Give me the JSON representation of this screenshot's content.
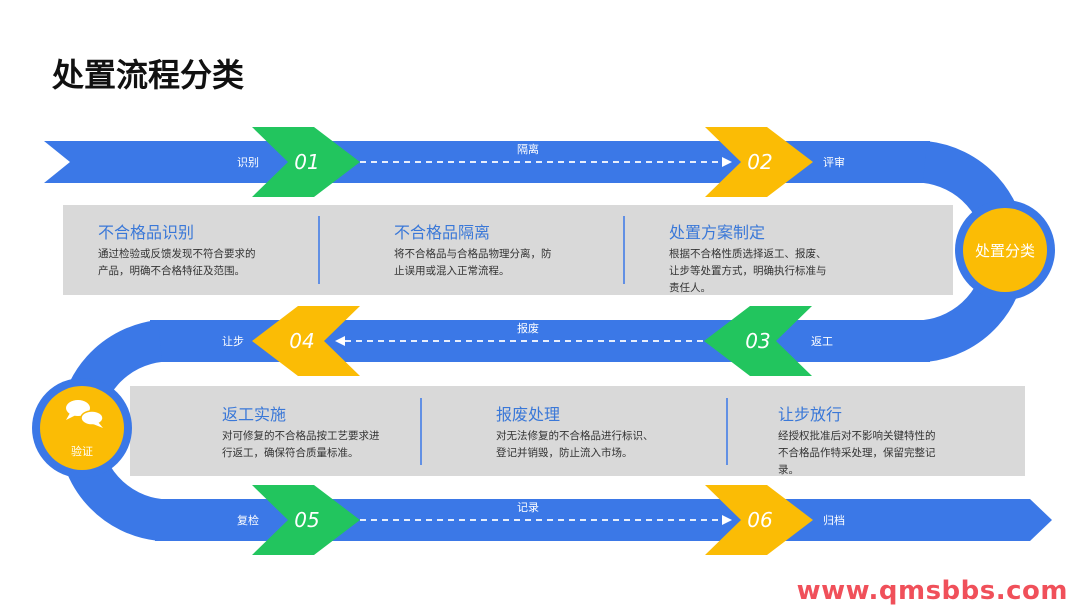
{
  "title": "处置流程分类",
  "colors": {
    "road": "#3b78e7",
    "green": "#22c55e",
    "yellow": "#fbbc05",
    "panel": "#d9d9d9",
    "accent_text": "#3a78d8"
  },
  "steps": [
    {
      "num": "01",
      "label": "识别"
    },
    {
      "num": "02",
      "label": "评审"
    },
    {
      "num": "03",
      "label": "返工"
    },
    {
      "num": "04",
      "label": "让步"
    },
    {
      "num": "05",
      "label": "复检"
    },
    {
      "num": "06",
      "label": "归档"
    }
  ],
  "connectors": [
    "隔离",
    "报废",
    "记录"
  ],
  "hubs": {
    "right": "处置分类",
    "left": "验证",
    "left_icon": "chat-bubbles-icon"
  },
  "boxes": [
    {
      "title": "不合格品识别",
      "desc": [
        "通过检验或反馈发现不符合要求的",
        "产品，明确不合格特征及范围。"
      ]
    },
    {
      "title": "不合格品隔离",
      "desc": [
        "将不合格品与合格品物理分离，防",
        "止误用或混入正常流程。"
      ]
    },
    {
      "title": "处置方案制定",
      "desc": [
        "根据不合格性质选择返工、报废、",
        "让步等处置方式，明确执行标准与",
        "责任人。"
      ]
    },
    {
      "title": "返工实施",
      "desc": [
        "对可修复的不合格品按工艺要求进",
        "行返工，确保符合质量标准。"
      ]
    },
    {
      "title": "报废处理",
      "desc": [
        "对无法修复的不合格品进行标识、",
        "登记并销毁，防止流入市场。"
      ]
    },
    {
      "title": "让步放行",
      "desc": [
        "经授权批准后对不影响关键特性的",
        "不合格品作特采处理，保留完整记",
        "录。"
      ]
    }
  ],
  "watermark": "www.qmsbbs.com"
}
